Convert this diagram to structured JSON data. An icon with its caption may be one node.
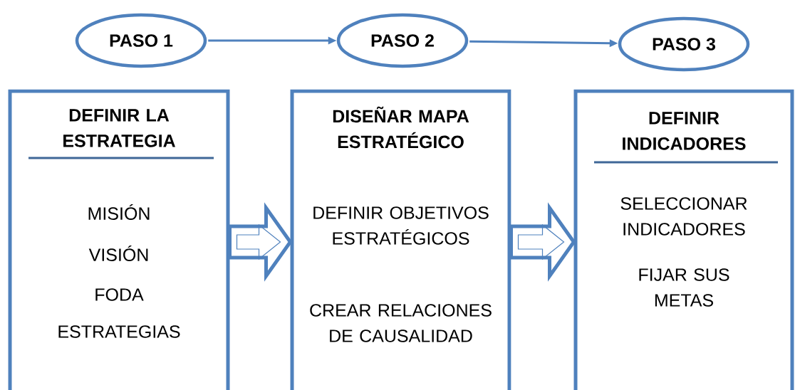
{
  "diagram": {
    "nodes": [
      {
        "text": [
          "PASO 1"
        ]
      },
      {
        "text": [
          "PASO 2"
        ]
      },
      {
        "text": [
          "PASO 3"
        ]
      },
      {
        "text": [
          "DEFINIR LA ESTRATEGIA",
          "MISIÓN",
          "VISIÓN",
          "FODA",
          "ESTRATEGIAS"
        ]
      },
      {
        "text": [
          "DISEÑAR MAPA ESTRATÉGICO",
          "DEFINIR OBJETIVOS ESTRATÉGICOS",
          "CREAR RELACIONES DE CAUSALIDAD"
        ]
      },
      {
        "text": [
          "DEFINIR INDICADORES",
          "SELECCIONAR INDICADORES",
          "FIJAR SUS METAS"
        ]
      }
    ],
    "edges": [
      {
        "from": 0,
        "to": 1,
        "arrow": "to"
      },
      {
        "from": 1,
        "to": 2,
        "arrow": "to"
      },
      {
        "from": 3,
        "to": 4,
        "arrow": "to",
        "style": "thick"
      },
      {
        "from": 4,
        "to": 5,
        "arrow": "to",
        "style": "thick"
      }
    ]
  }
}
